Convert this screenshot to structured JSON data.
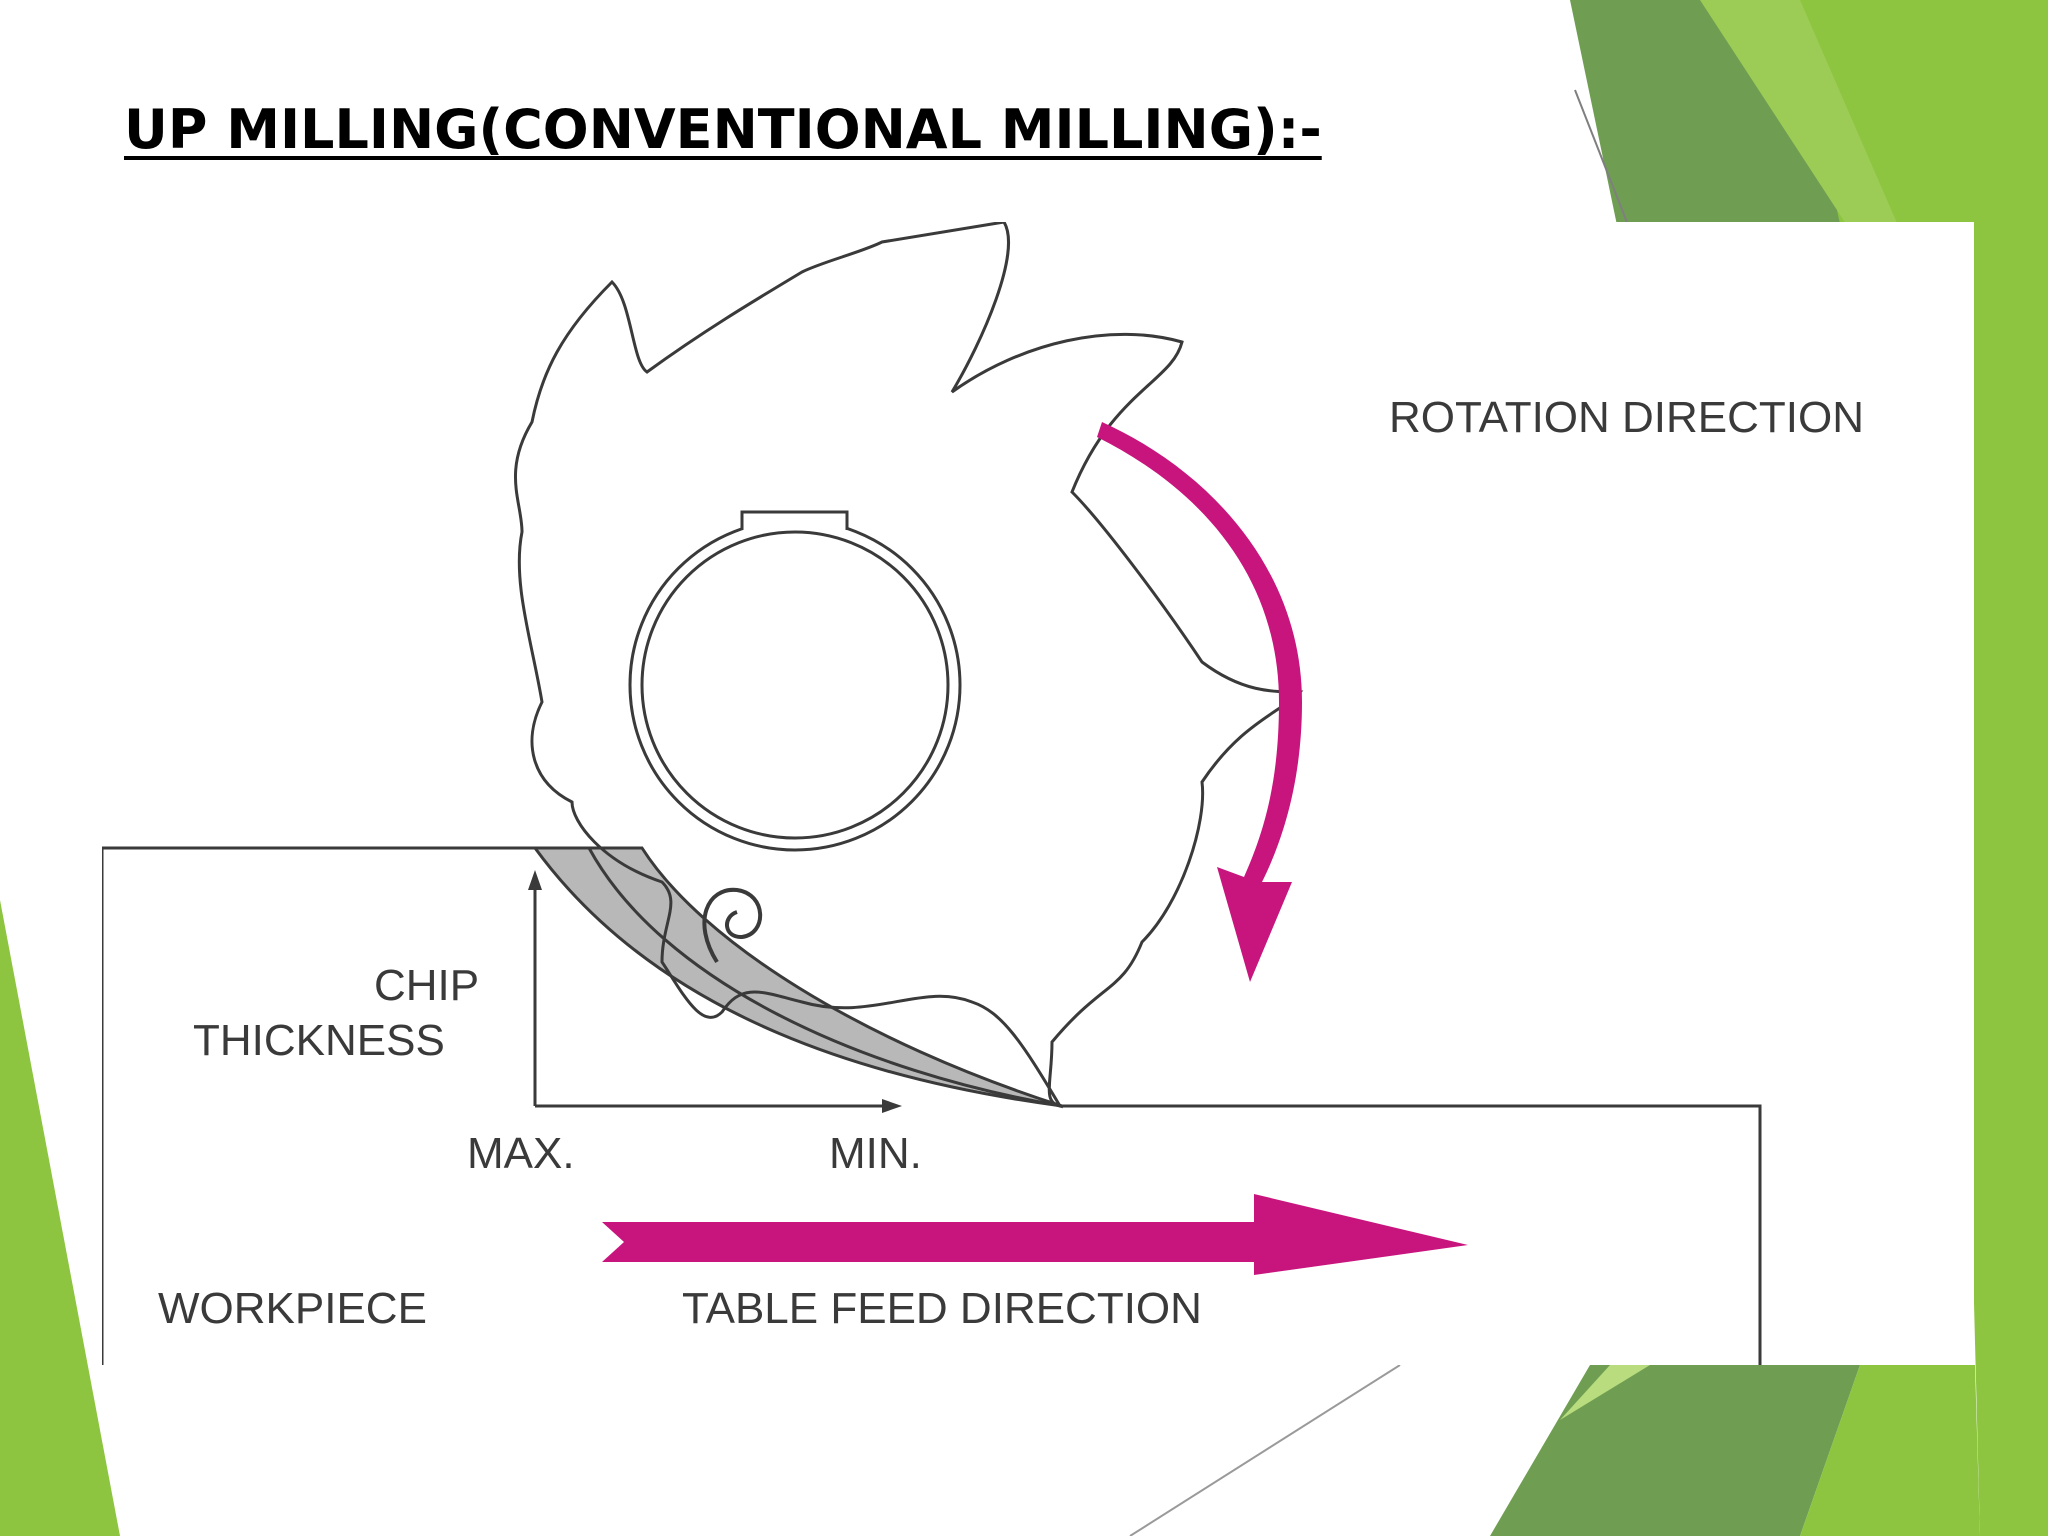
{
  "slide": {
    "title": "UP MILLING(CONVENTIONAL MILLING):-"
  },
  "diagram": {
    "labels": {
      "rotation_direction": "ROTATION DIRECTION",
      "chip_line1": "CHIP",
      "chip_line2": "THICKNESS",
      "max": "MAX.",
      "min": "MIN.",
      "workpiece": "WORKPIECE",
      "table_feed": "TABLE FEED DIRECTION"
    }
  },
  "colors": {
    "accent_green_dark": "#6a9a4a",
    "accent_green_light": "#8cc63f",
    "arrow_magenta": "#c8157e",
    "chip_gray": "#b8b8b8",
    "line_dark": "#3a3a3a"
  }
}
